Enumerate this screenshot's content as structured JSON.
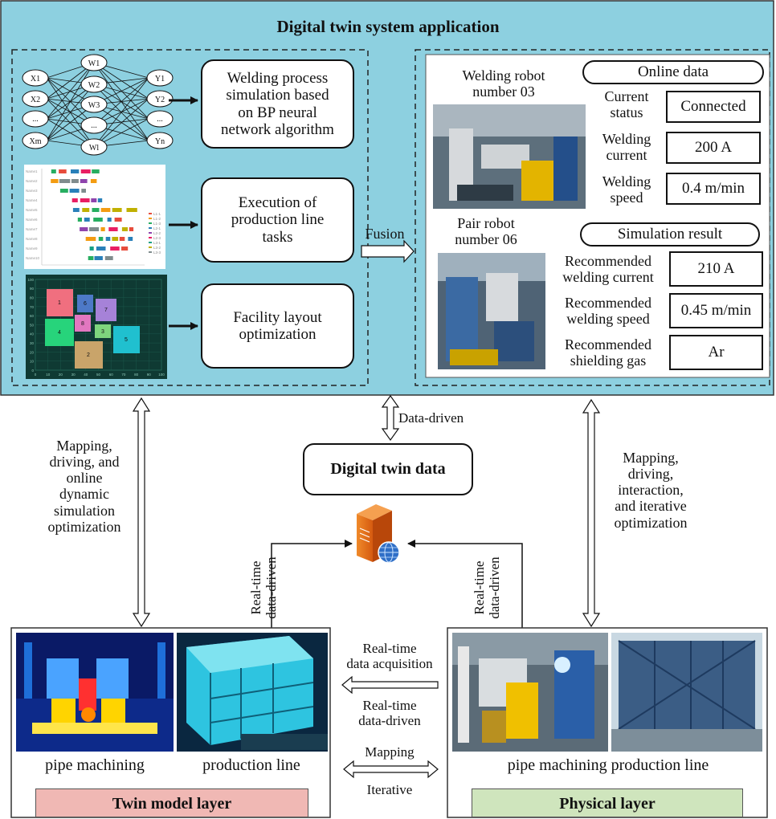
{
  "colors": {
    "top_panel_bg": "#8dd0e0",
    "twin_label_bg": "#f0b8b4",
    "physical_label_bg": "#cfe5bd"
  },
  "top_title": "Digital twin  system application",
  "nn": {
    "inputs": [
      "X1",
      "X2",
      "...",
      "Xm"
    ],
    "hidden": [
      "W1",
      "W2",
      "W3",
      "...",
      "Wl"
    ],
    "outputs": [
      "Y1",
      "Y2",
      "...",
      "Yn"
    ]
  },
  "gantt_labels": [
    "Name1",
    "Name2",
    "Name3",
    "Name4",
    "Name5",
    "Name6",
    "Name7",
    "Name8",
    "Name9",
    "Name10"
  ],
  "gantt_legend": [
    "L1-1",
    "L1-2",
    "L1-3",
    "L2-1",
    "L2-2",
    "L2-3",
    "L3-1",
    "L3-2",
    "L3-3"
  ],
  "layout_plot": {
    "x_ticks": [
      "0",
      "10",
      "20",
      "30",
      "40",
      "50",
      "60",
      "70",
      "80",
      "90",
      "100"
    ],
    "y_ticks": [
      "100",
      "90",
      "80",
      "70",
      "60",
      "50",
      "40",
      "30",
      "20",
      "10",
      "0"
    ],
    "facilities": [
      "1",
      "6",
      "7",
      "8",
      "4",
      "3",
      "5",
      "2"
    ]
  },
  "left_boxes": {
    "welding_sim": "Welding process\nsimulation based\non BP neural\nnetwork algorithm",
    "execution": "Execution of\nproduction line\ntasks",
    "facility": "Facility layout\noptimization"
  },
  "fusion_label": "Fusion",
  "right_panel": {
    "welding_robot": "Welding robot\nnumber 03",
    "pair_robot": "Pair robot\nnumber 06",
    "online_data_title": "Online data",
    "current_status_label": "Current\nstatus",
    "current_status_value": "Connected",
    "welding_current_label": "Welding\ncurrent",
    "welding_current_value": "200 A",
    "welding_speed_label": "Welding\nspeed",
    "welding_speed_value": "0.4 m/min",
    "sim_result_title": "Simulation result",
    "rec_current_label": "Recommended\nwelding current",
    "rec_current_value": "210 A",
    "rec_speed_label": "Recommended\nwelding speed",
    "rec_speed_value": "0.45 m/min",
    "rec_gas_label": "Recommended\nshielding gas",
    "rec_gas_value": "Ar"
  },
  "data_driven_label": "Data-driven",
  "digital_twin_data": "Digital twin  data",
  "left_mapping": "Mapping,\ndriving, and\nonline\ndynamic\nsimulation\noptimization",
  "right_mapping": "Mapping,\ndriving,\ninteraction,\nand iterative\noptimization",
  "rt_left": "Real-time\ndata-driven",
  "rt_right": "Real-time\ndata-driven",
  "mid": {
    "acquisition": "Real-time\ndata acquisition",
    "driven": "Real-time\ndata-driven",
    "mapping": "Mapping",
    "iterative": "Iterative"
  },
  "twin_caption_1": "pipe machining",
  "twin_caption_2": "production line",
  "twin_layer": "Twin model layer",
  "physical_caption": "pipe machining production line",
  "physical_layer": "Physical  layer"
}
